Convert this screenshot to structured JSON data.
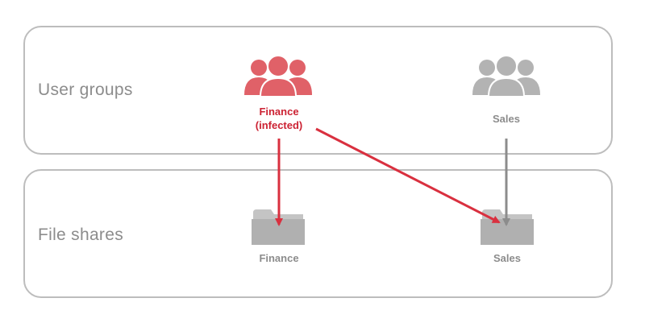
{
  "bands": {
    "user_groups_label": "User groups",
    "file_shares_label": "File shares"
  },
  "user_groups": [
    {
      "id": "finance",
      "line1": "Finance",
      "line2": "(infected)",
      "status": "infected",
      "icon": "users-group-icon"
    },
    {
      "id": "sales",
      "line1": "Sales",
      "line2": "",
      "status": "normal",
      "icon": "users-group-icon"
    }
  ],
  "file_shares": [
    {
      "id": "finance",
      "label": "Finance",
      "icon": "folder-icon"
    },
    {
      "id": "sales",
      "label": "Sales",
      "icon": "folder-icon"
    }
  ],
  "connections": [
    {
      "from": "finance-group",
      "to": "finance-share",
      "kind": "infected"
    },
    {
      "from": "finance-group",
      "to": "sales-share",
      "kind": "infected"
    },
    {
      "from": "sales-group",
      "to": "sales-share",
      "kind": "normal"
    }
  ],
  "colors": {
    "infected": "#d9303f",
    "infected_icon": "#e06168",
    "normal_icon": "#b3b3b3",
    "normal_arrow": "#8c8c8c",
    "folder": "#b0b0b0",
    "folder_back": "#c4c4c4",
    "border": "#bdbdbd",
    "label": "#8c8c8c"
  }
}
